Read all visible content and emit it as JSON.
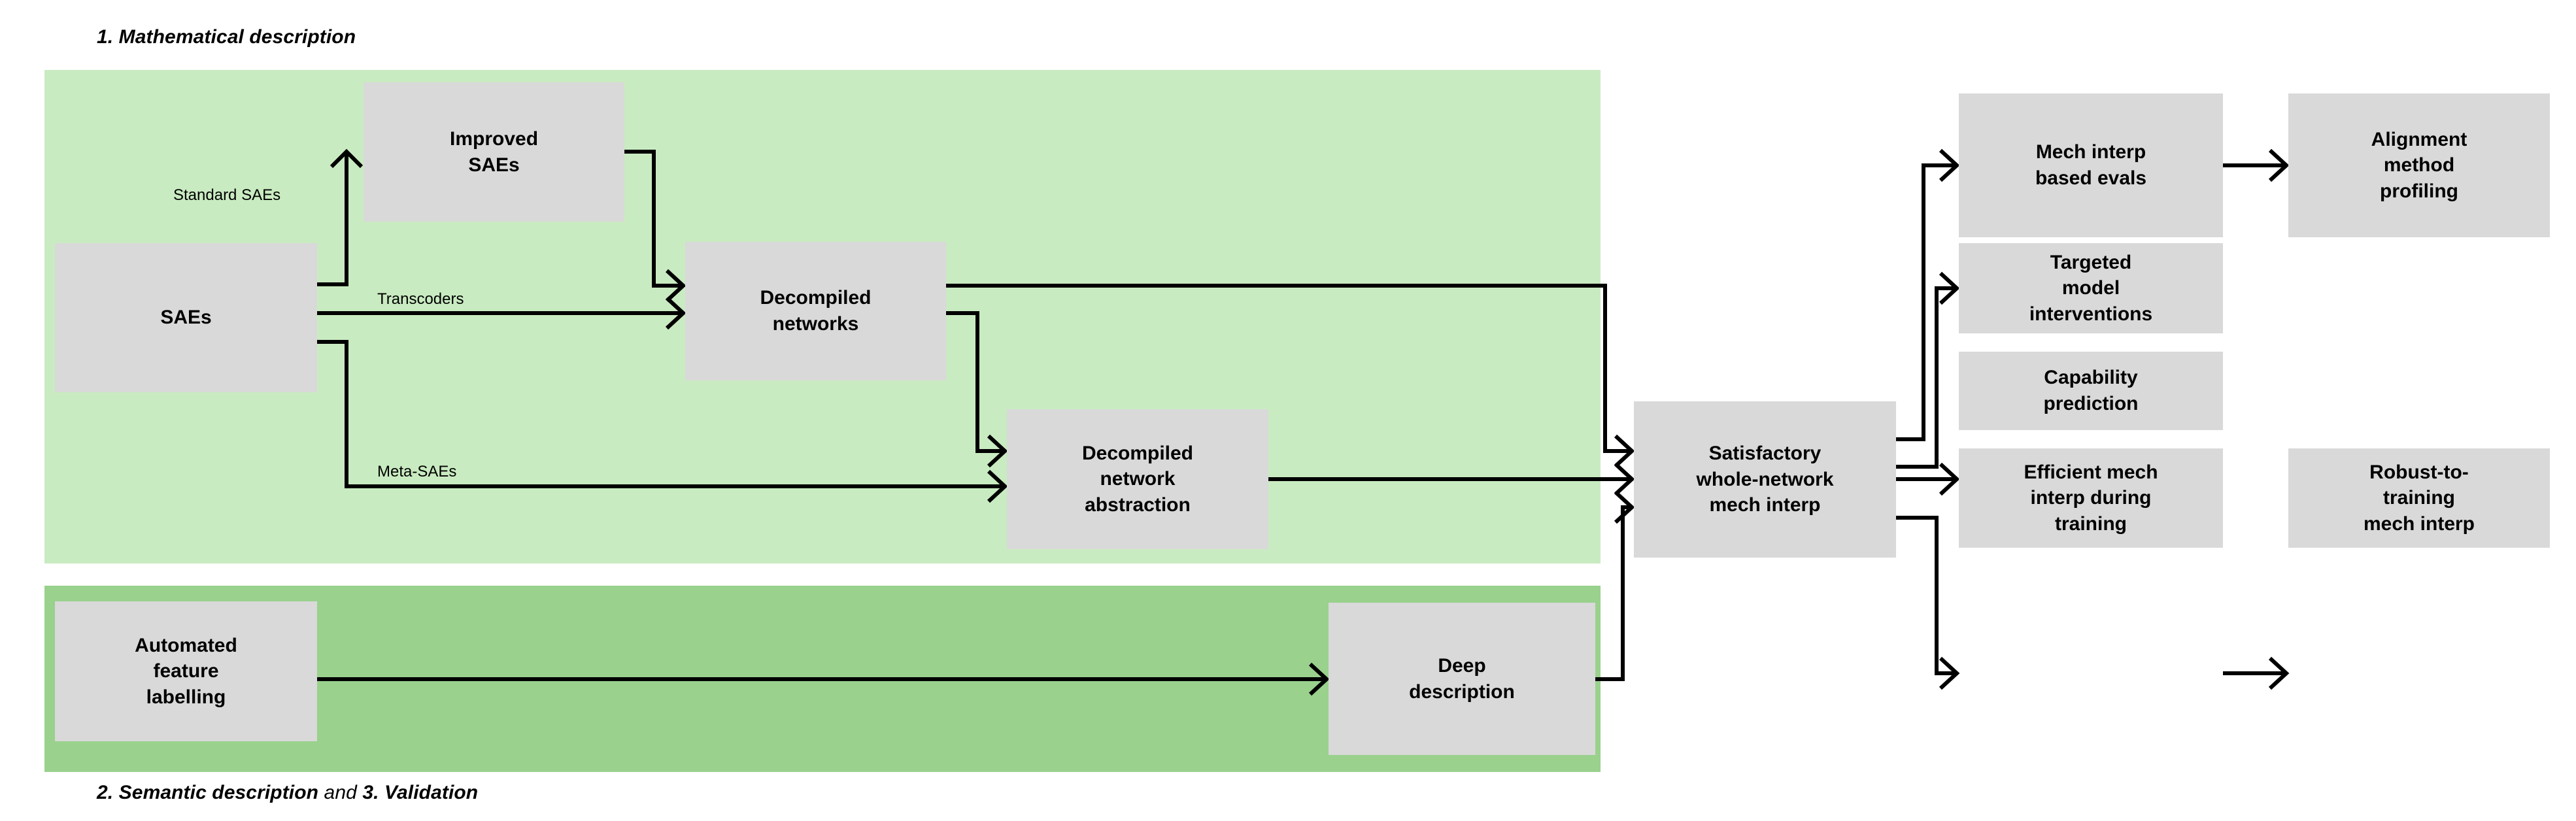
{
  "figure": {
    "background": "#ffffff",
    "node_fill": "#d9d9d9",
    "panel_light": "#c9ebc1",
    "panel_dark": "#99d18d",
    "edge_color": "#000000"
  },
  "sections": {
    "top_title_number": "1.",
    "top_title_text": "Mathematical description",
    "bottom_title_number": "2.",
    "bottom_title_text": "Semantic description",
    "bottom_title_conj": "and",
    "bottom_title_number2": "3.",
    "bottom_title_text2": "Validation",
    "top_title_full": "1. Mathematical description"
  },
  "nodes": {
    "saes": "SAEs",
    "improved_saes": "Improved\nSAEs",
    "decompiled_networks": "Decompiled\nnetworks",
    "decompiled_network_abstraction": "Decompiled\nnetwork\nabstraction",
    "automated_feature_labelling": "Automated\nfeature\nlabelling",
    "deep_description": "Deep\ndescription",
    "satisfactory": "Satisfactory\nwhole-network\nmech interp",
    "mech_interp_evals": "Mech interp\nbased evals",
    "alignment_method_profiling": "Alignment\nmethod\nprofiling",
    "targeted_model_interventions": "Targeted\nmodel\ninterventions",
    "capability_prediction": "Capability\nprediction",
    "efficient_mech_interp": "Efficient mech\ninterp during\ntraining",
    "robust_to_training": "Robust-to-\ntraining\nmech interp"
  },
  "edge_labels": {
    "standard_saes": "Standard SAEs",
    "transcoders": "Transcoders",
    "meta_saes": "Meta-SAEs"
  },
  "graph": {
    "type": "flowchart",
    "edges": [
      {
        "from": "saes",
        "to": "improved_saes",
        "label": "Standard SAEs"
      },
      {
        "from": "saes",
        "to": "decompiled_networks",
        "label": "Transcoders"
      },
      {
        "from": "saes",
        "to": "decompiled_network_abstraction",
        "label": "Meta-SAEs"
      },
      {
        "from": "improved_saes",
        "to": "decompiled_networks",
        "label": ""
      },
      {
        "from": "decompiled_networks",
        "to": "decompiled_network_abstraction",
        "label": ""
      },
      {
        "from": "decompiled_networks",
        "to": "satisfactory",
        "label": ""
      },
      {
        "from": "decompiled_network_abstraction",
        "to": "satisfactory",
        "label": ""
      },
      {
        "from": "automated_feature_labelling",
        "to": "deep_description",
        "label": ""
      },
      {
        "from": "deep_description",
        "to": "satisfactory",
        "label": ""
      },
      {
        "from": "satisfactory",
        "to": "mech_interp_evals",
        "label": ""
      },
      {
        "from": "satisfactory",
        "to": "targeted_model_interventions",
        "label": ""
      },
      {
        "from": "satisfactory",
        "to": "capability_prediction",
        "label": ""
      },
      {
        "from": "satisfactory",
        "to": "efficient_mech_interp",
        "label": ""
      },
      {
        "from": "mech_interp_evals",
        "to": "alignment_method_profiling",
        "label": ""
      },
      {
        "from": "efficient_mech_interp",
        "to": "robust_to_training",
        "label": ""
      }
    ]
  }
}
